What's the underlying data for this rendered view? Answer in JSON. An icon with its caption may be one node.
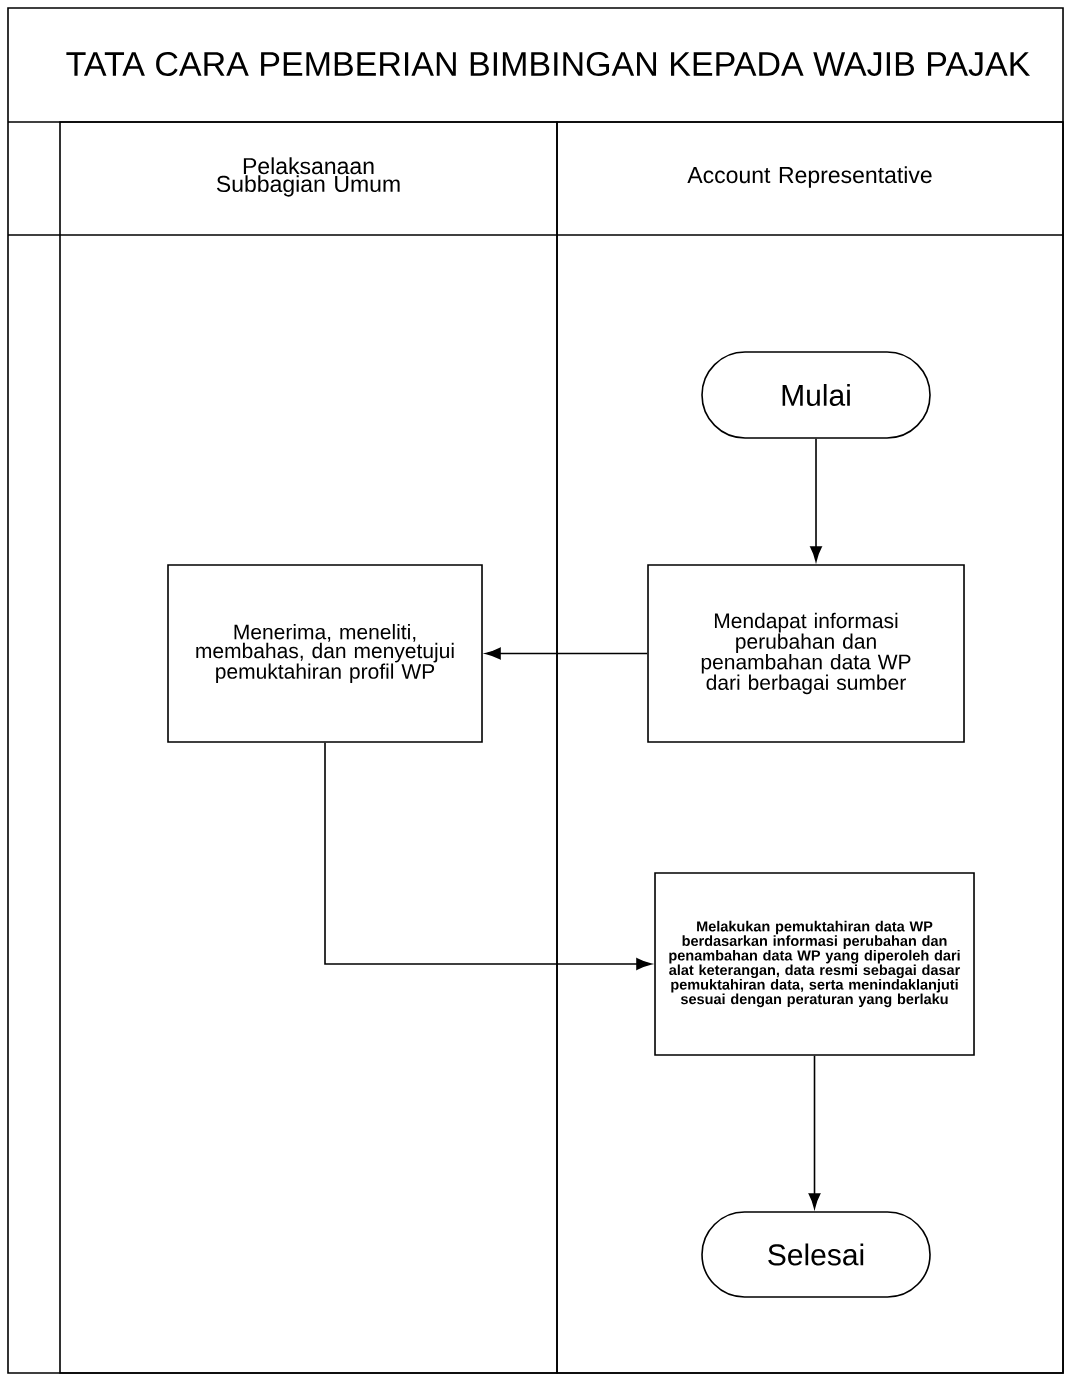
{
  "diagram": {
    "title": "TATA CARA PEMBERIAN BIMBINGAN KEPADA WAJIB PAJAK",
    "nodes": [
      {
        "text": [
          "Pelaksanaan Subbagian Umum"
        ]
      },
      {
        "text": [
          "Account Representative"
        ]
      },
      {
        "text": [
          "Mulai"
        ],
        "in": 1
      },
      {
        "text": [
          "Mendapat informasi perubahan dan penambahan data WP dari berbagai sumber"
        ],
        "in": 1
      },
      {
        "text": [
          "Menerima, meneliti, membahas, dan menyetujui pemuktahiran profil WP"
        ],
        "in": 0
      },
      {
        "text": [
          "Melakukan pemuktahiran data WP berdasarkan informasi perubahan dan penambahan data WP yang diperoleh dari alat keterangan, data resmi sebagai dasar pemuktahiran data, serta menindaklanjuti sesuai dengan peraturan yang berlaku"
        ],
        "in": 1
      },
      {
        "text": [
          "Selesai"
        ],
        "in": 1
      }
    ],
    "edges": [
      {
        "from": 2,
        "to": 3,
        "arrow": "to"
      },
      {
        "from": 3,
        "to": 4,
        "arrow": "to"
      },
      {
        "from": 4,
        "to": 5,
        "arrow": "to"
      },
      {
        "from": 5,
        "to": 6,
        "arrow": "to"
      }
    ]
  }
}
